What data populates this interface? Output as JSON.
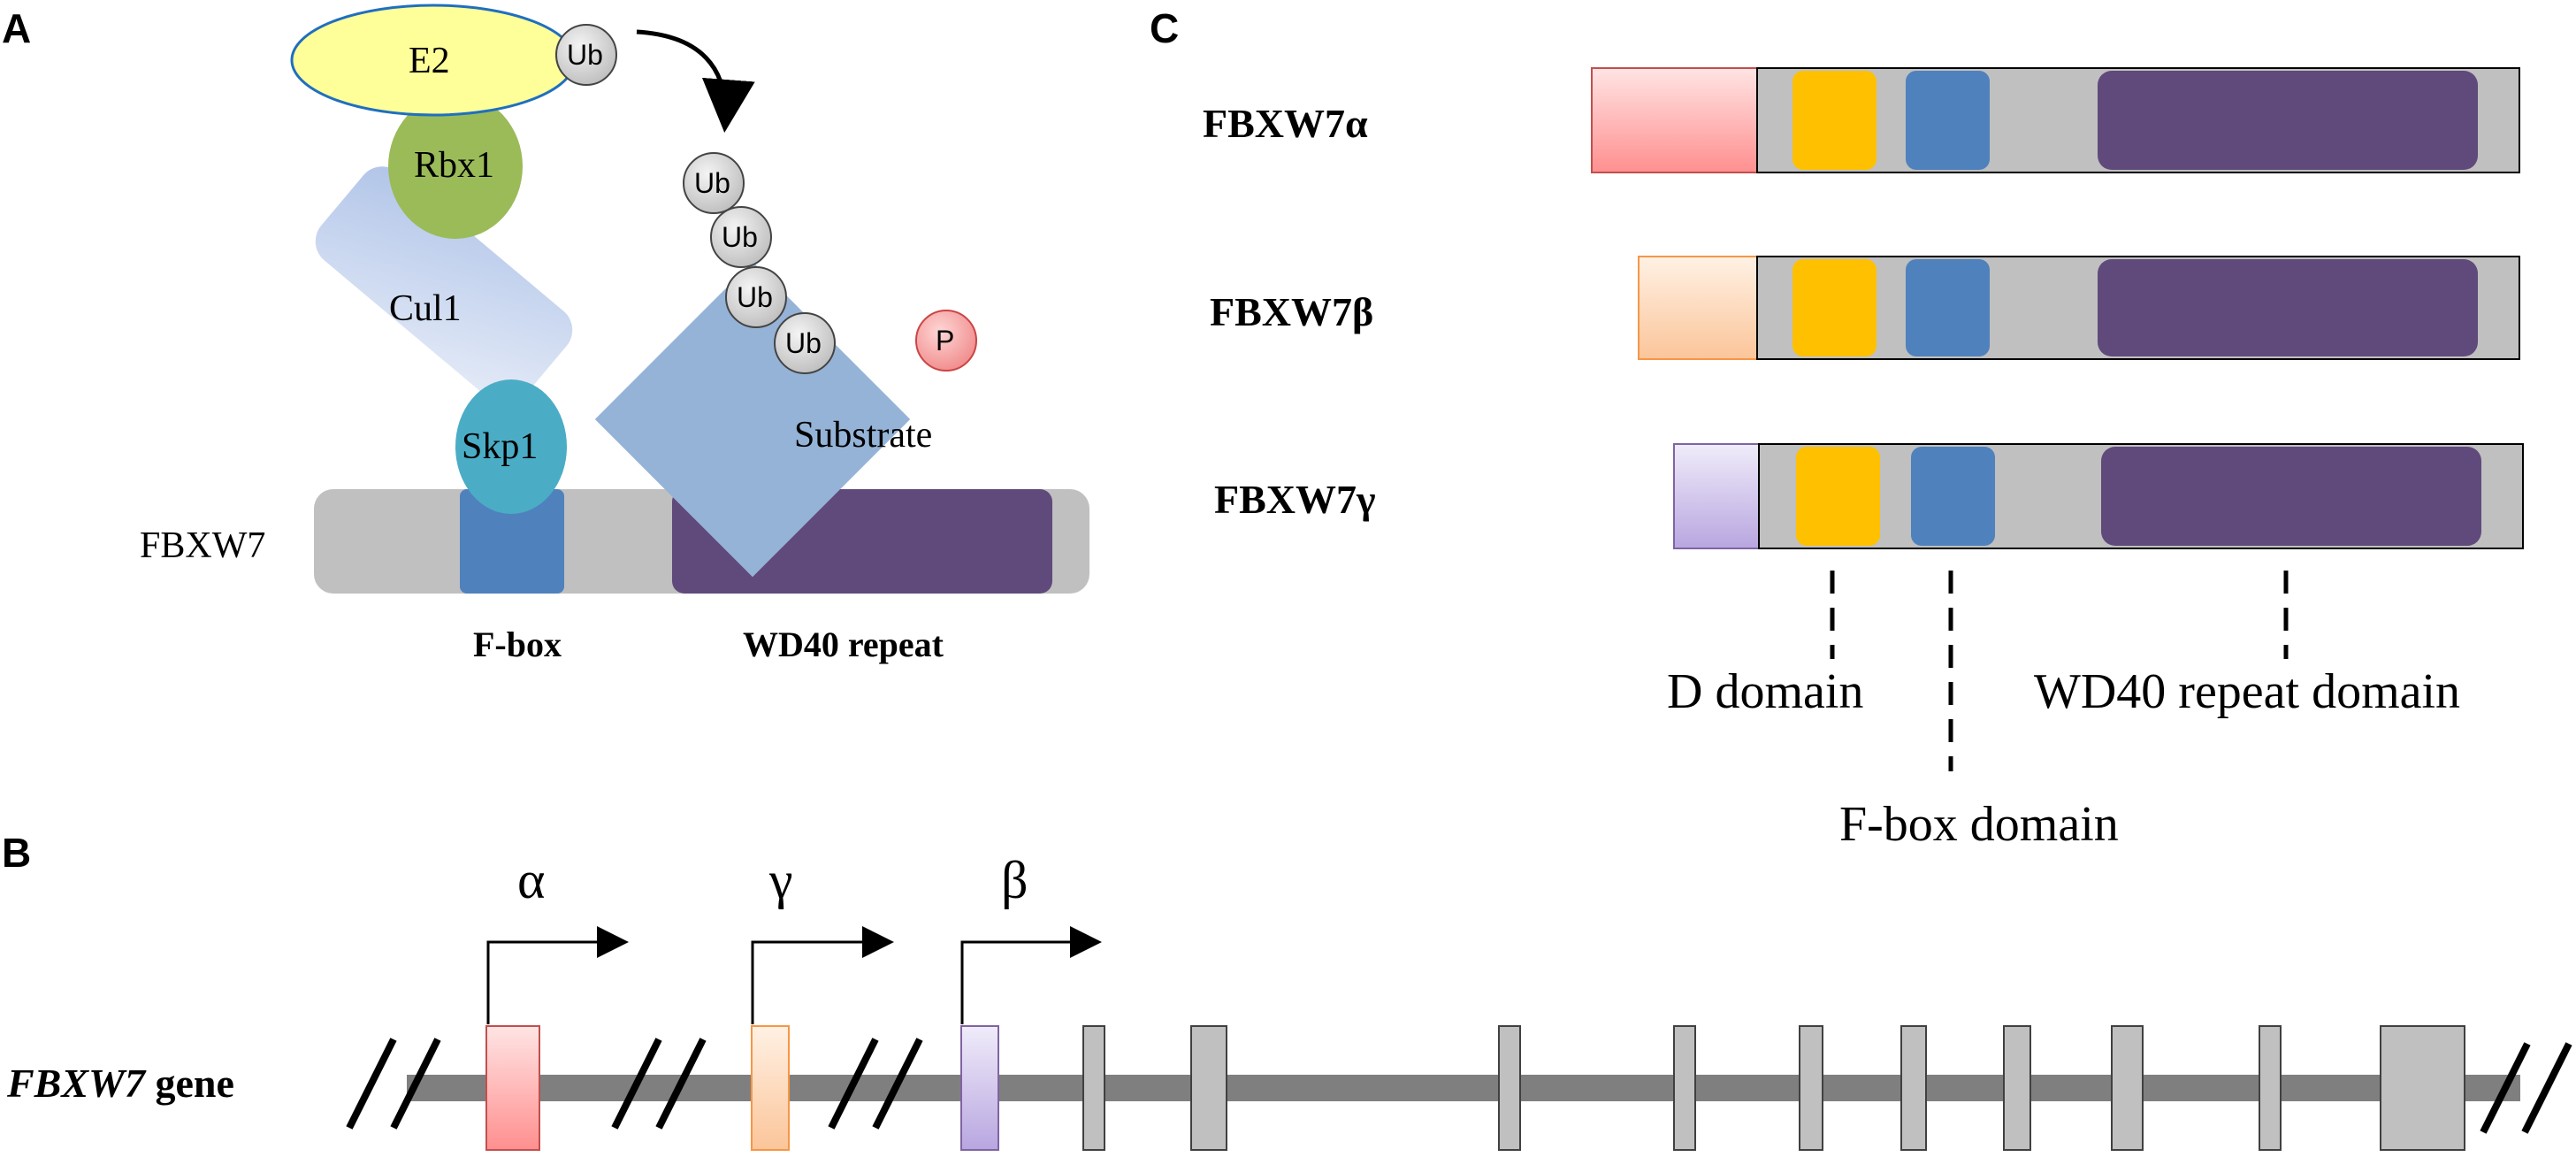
{
  "panels": {
    "a": "A",
    "b": "B",
    "c": "C"
  },
  "panel_a": {
    "e2": "E2",
    "ub": "Ub",
    "rbx1": "Rbx1",
    "cul1": "Cul1",
    "skp1": "Skp1",
    "substrate": "Substrate",
    "phospho": "P",
    "fbxw7": "FBXW7",
    "fbox_label": "F-box",
    "wd40_label": "WD40 repeat",
    "ub_chain": [
      "Ub",
      "Ub",
      "Ub",
      "Ub"
    ]
  },
  "panel_b": {
    "gene_label_italic": "FBXW7",
    "gene_label_rest": " gene",
    "promoters": [
      "α",
      "γ",
      "β"
    ]
  },
  "panel_c": {
    "isoforms": [
      "FBXW7α",
      "FBXW7β",
      "FBXW7γ"
    ],
    "d_domain": "D domain",
    "fbox_domain": "F-box domain",
    "wd40_domain": "WD40 repeat domain"
  },
  "colors": {
    "gray_bar": "#c0c0c0",
    "fbox_blue": "#4f81bd",
    "wd40_purple": "#604a7b",
    "d_yellow": "#ffc000",
    "alpha_red": "#ff9999",
    "beta_orange": "#fcd5b4",
    "gamma_lilac": "#ccc0e8",
    "e2_yellow": "#ffff99",
    "rbx1_green": "#9bbb59",
    "skp1_teal": "#4bacc6",
    "substrate_blue": "#95b3d7"
  }
}
